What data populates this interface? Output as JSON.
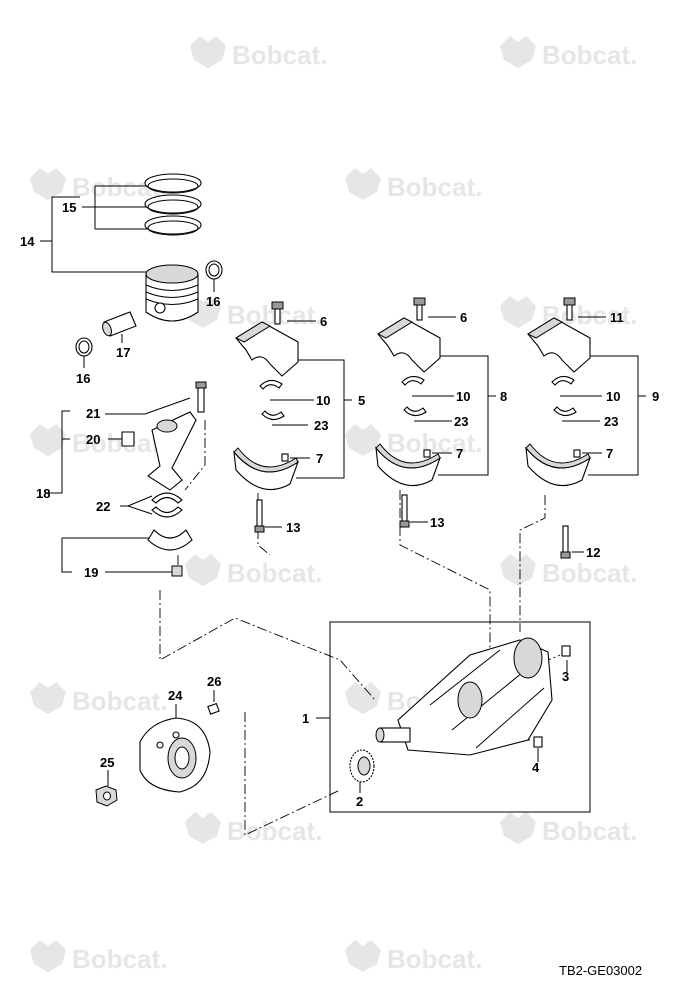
{
  "figure": {
    "code": "TB2-GE03002"
  },
  "watermark": {
    "text": "Bobcat."
  },
  "callouts": [
    {
      "num": "15",
      "name": "callout-15"
    },
    {
      "num": "14",
      "name": "callout-14"
    },
    {
      "num": "16",
      "name": "callout-16-upper"
    },
    {
      "num": "17",
      "name": "callout-17"
    },
    {
      "num": "16",
      "name": "callout-16-lower"
    },
    {
      "num": "21",
      "name": "callout-21"
    },
    {
      "num": "20",
      "name": "callout-20"
    },
    {
      "num": "18",
      "name": "callout-18"
    },
    {
      "num": "22",
      "name": "callout-22"
    },
    {
      "num": "19",
      "name": "callout-19"
    },
    {
      "num": "6",
      "name": "callout-6-a"
    },
    {
      "num": "10",
      "name": "callout-10-a"
    },
    {
      "num": "23",
      "name": "callout-23-a"
    },
    {
      "num": "7",
      "name": "callout-7-a"
    },
    {
      "num": "5",
      "name": "callout-5"
    },
    {
      "num": "6",
      "name": "callout-6-b"
    },
    {
      "num": "10",
      "name": "callout-10-b"
    },
    {
      "num": "23",
      "name": "callout-23-b"
    },
    {
      "num": "7",
      "name": "callout-7-b"
    },
    {
      "num": "8",
      "name": "callout-8"
    },
    {
      "num": "11",
      "name": "callout-11"
    },
    {
      "num": "10",
      "name": "callout-10-c"
    },
    {
      "num": "23",
      "name": "callout-23-c"
    },
    {
      "num": "7",
      "name": "callout-7-c"
    },
    {
      "num": "9",
      "name": "callout-9"
    },
    {
      "num": "13",
      "name": "callout-13-a"
    },
    {
      "num": "13",
      "name": "callout-13-b"
    },
    {
      "num": "12",
      "name": "callout-12"
    },
    {
      "num": "1",
      "name": "callout-1"
    },
    {
      "num": "3",
      "name": "callout-3"
    },
    {
      "num": "4",
      "name": "callout-4"
    },
    {
      "num": "2",
      "name": "callout-2"
    },
    {
      "num": "24",
      "name": "callout-24"
    },
    {
      "num": "26",
      "name": "callout-26"
    },
    {
      "num": "25",
      "name": "callout-25"
    }
  ]
}
